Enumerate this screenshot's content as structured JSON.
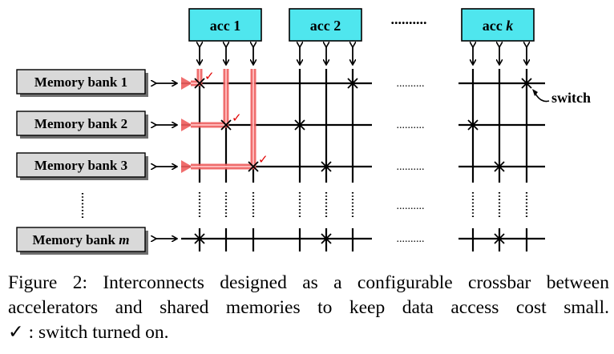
{
  "accelerators": [
    {
      "label": "acc 1"
    },
    {
      "label": "acc 2"
    },
    {
      "label": "acc k",
      "prefix": "acc ",
      "var": "k"
    }
  ],
  "memory_banks": [
    {
      "label": "Memory bank 1"
    },
    {
      "label": "Memory bank 2"
    },
    {
      "label": "Memory bank 3"
    },
    {
      "label": "Memory bank m",
      "prefix": "Memory bank ",
      "var": "m"
    }
  ],
  "switch_label": "switch",
  "ellipsis": "..........",
  "check_mark": "✓",
  "caption": {
    "line1": "Figure 2: Interconnects designed as a configurable crossbar between",
    "line2": "accelerators and shared memories to keep data access cost small.",
    "legend_symbol": "✓",
    "legend_text": " : switch turned on."
  }
}
